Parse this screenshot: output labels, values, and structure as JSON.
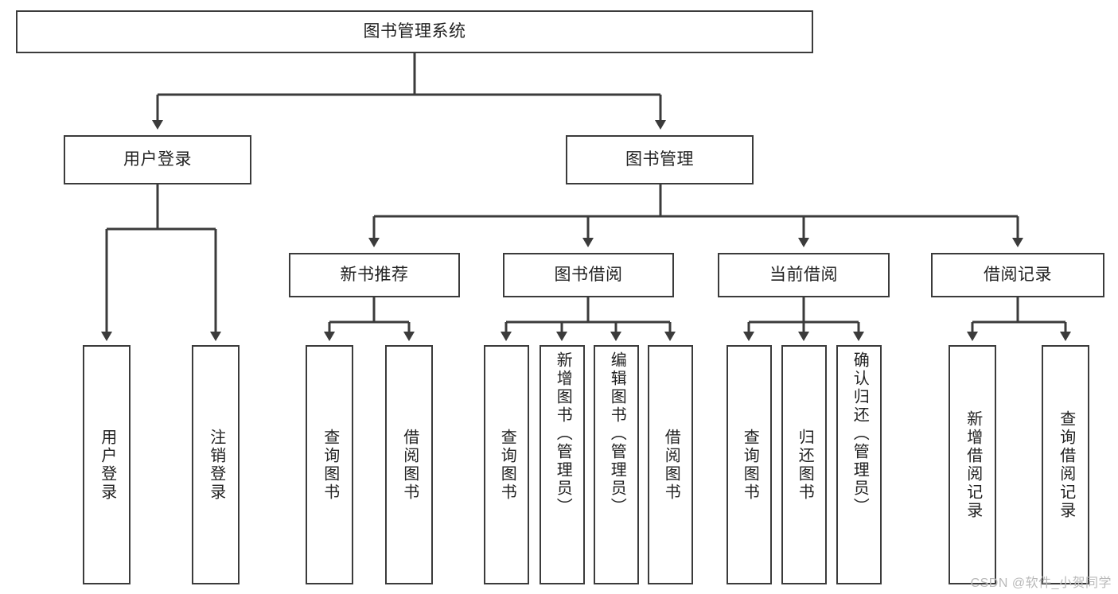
{
  "diagram": {
    "title": "图书管理系统",
    "type": "tree-hierarchy",
    "watermark": "CSDN @软件_小贺同学",
    "colors": {
      "box_border": "#3b3b3b",
      "box_fill": "#ffffff",
      "connector": "#3b3b3b",
      "text": "#222222",
      "watermark": "#b9b9b9"
    },
    "root": {
      "label": "图书管理系统"
    },
    "level2": [
      {
        "label": "用户登录"
      },
      {
        "label": "图书管理"
      }
    ],
    "level3": [
      {
        "label": "新书推荐"
      },
      {
        "label": "图书借阅"
      },
      {
        "label": "当前借阅"
      },
      {
        "label": "借阅记录"
      }
    ],
    "leaves": {
      "user_login": [
        {
          "label": "用户登录"
        },
        {
          "label": "注销登录"
        }
      ],
      "new_book_recommend": [
        {
          "label": "查询图书"
        },
        {
          "label": "借阅图书"
        }
      ],
      "book_borrow": [
        {
          "label": "查询图书"
        },
        {
          "label": "新增图书（管理员）"
        },
        {
          "label": "编辑图书（管理员）"
        },
        {
          "label": "借阅图书"
        }
      ],
      "current_borrow": [
        {
          "label": "查询图书"
        },
        {
          "label": "归还图书"
        },
        {
          "label": "确认归还（管理员）"
        }
      ],
      "borrow_record": [
        {
          "label": "新增借阅记录"
        },
        {
          "label": "查询借阅记录"
        }
      ]
    }
  }
}
